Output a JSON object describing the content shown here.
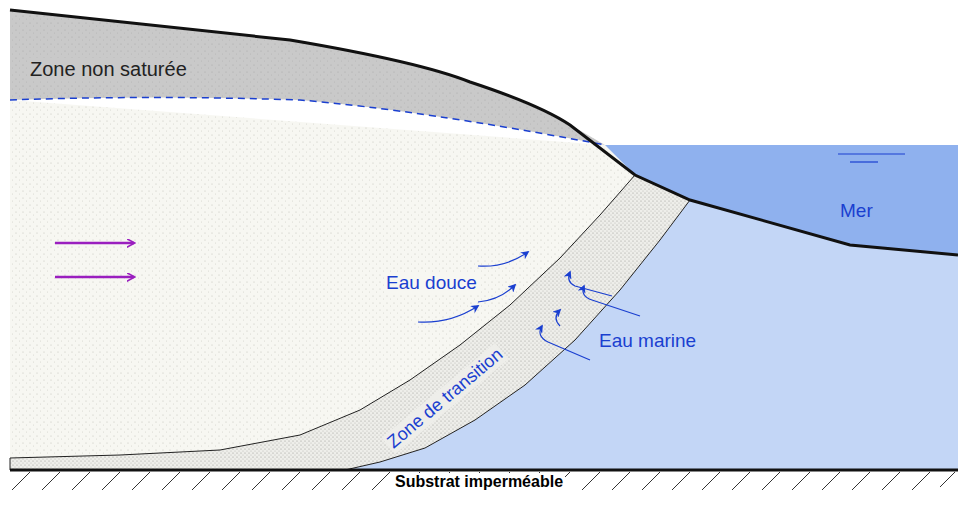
{
  "diagram": {
    "labels": [
      "Zone non saturée",
      "Eau douce",
      "Zone de transition",
      "Eau marine",
      "Mer",
      "Substrat imperméable"
    ]
  }
}
